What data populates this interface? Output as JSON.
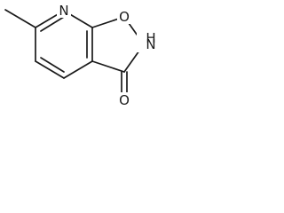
{
  "molecule": {
    "atoms": {
      "ring_n": "N",
      "ring_o": "O",
      "nh_n": "N",
      "nh_h": "H",
      "carbonyl_o": "O"
    }
  }
}
